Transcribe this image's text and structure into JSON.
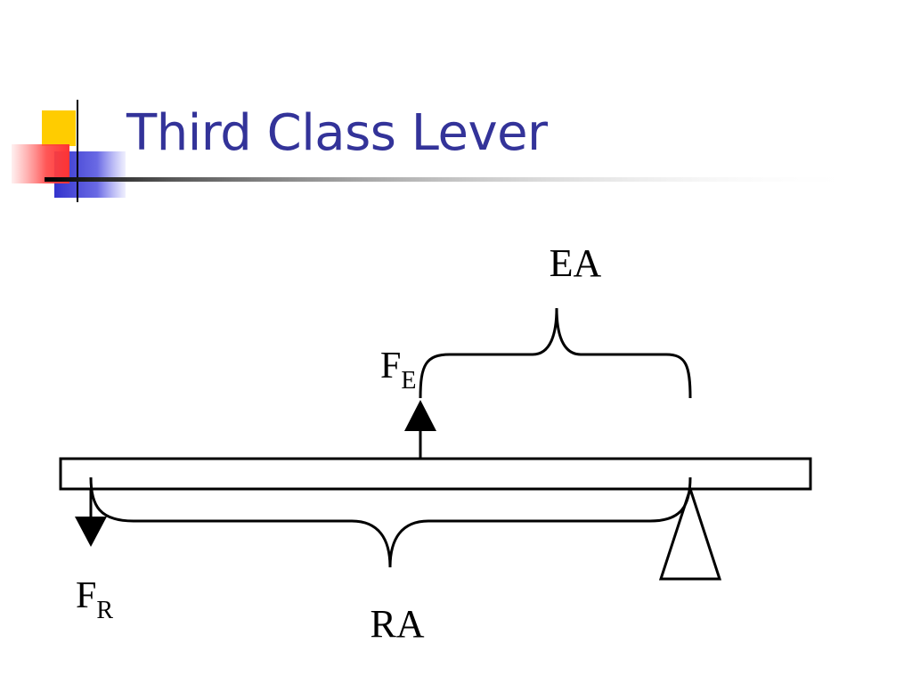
{
  "slide": {
    "title": "Third Class Lever"
  },
  "diagram": {
    "effort_arm_label": "EA",
    "resistance_arm_label": "RA",
    "effort_force_label": "F",
    "effort_force_subscript": "E",
    "resistance_force_label": "F",
    "resistance_force_subscript": "R",
    "icons": [
      "fulcrum-triangle-icon",
      "up-arrow-icon",
      "down-arrow-icon"
    ]
  },
  "colors": {
    "title": "#333399",
    "ornament_yellow": "#FFCC00",
    "ornament_red": "#FF3333",
    "ornament_blue": "#3333CC",
    "line": "#000000"
  }
}
